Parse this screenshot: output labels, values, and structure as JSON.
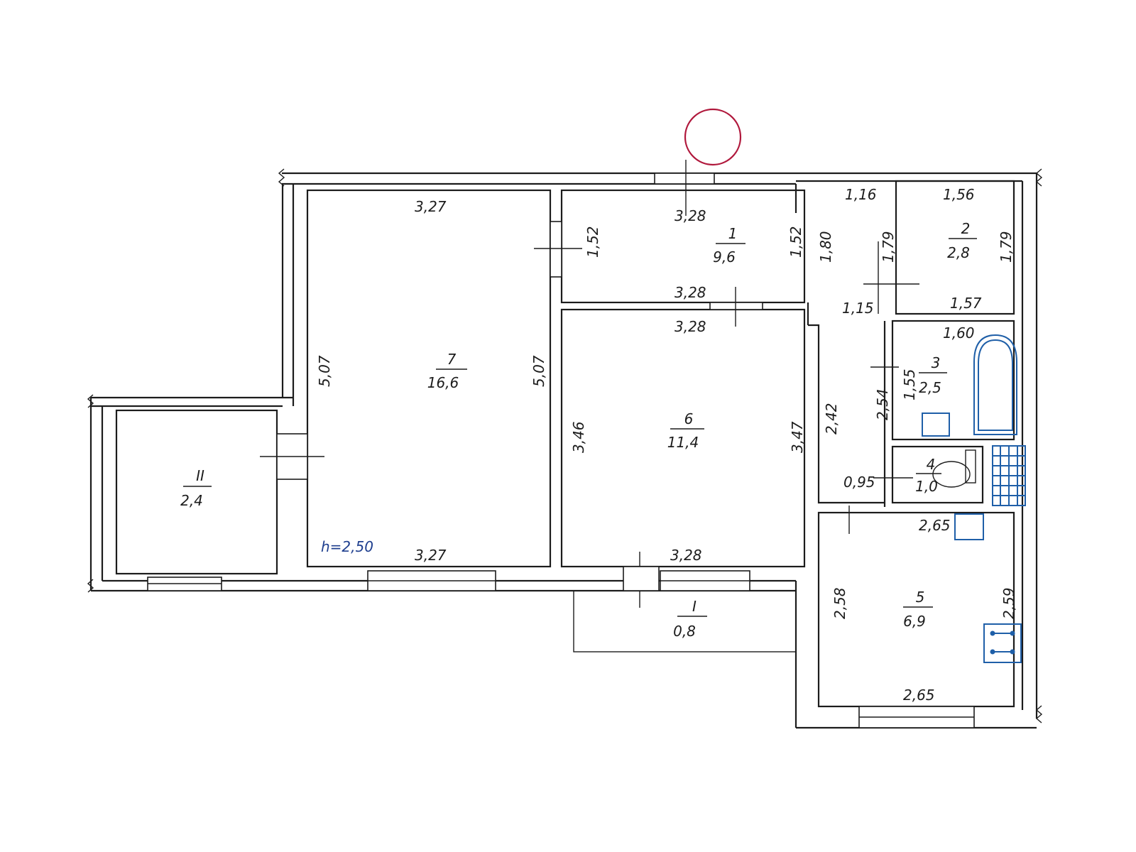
{
  "height_note": "h=2,50",
  "rooms": [
    {
      "id": "r1",
      "number": "1",
      "area": "9,6"
    },
    {
      "id": "r2",
      "number": "2",
      "area": "2,8"
    },
    {
      "id": "r3",
      "number": "3",
      "area": "2,5"
    },
    {
      "id": "r4",
      "number": "4",
      "area": "1,0"
    },
    {
      "id": "r5",
      "number": "5",
      "area": "6,9"
    },
    {
      "id": "r6",
      "number": "6",
      "area": "11,4"
    },
    {
      "id": "r7",
      "number": "7",
      "area": "16,6"
    },
    {
      "id": "rI",
      "number": "I",
      "area": "0,8"
    },
    {
      "id": "rII",
      "number": "II",
      "area": "2,4"
    }
  ],
  "dimensions": {
    "r7_top": "3,27",
    "r7_bottom": "3,27",
    "r7_left": "5,07",
    "r7_right": "5,07",
    "r1_top": "3,28",
    "r1_bottom": "3,28",
    "r1_left": "1,52",
    "r1_right": "1,52",
    "r6_top": "3,28",
    "r6_bottom": "3,28",
    "r6_left": "3,46",
    "r6_right": "3,47",
    "hall_top": "1,16",
    "hall_left": "1,80",
    "hall_right": "1,79",
    "hall_bottom": "1,15",
    "r2_top": "1,56",
    "r2_right": "1,79",
    "r2_bottom": "1,57",
    "corr_left": "2,42",
    "corr_right": "2,54",
    "corr_bottom": "0,95",
    "r3_top": "1,60",
    "r3_left": "1,55",
    "r5_top": "2,65",
    "r5_bottom": "2,65",
    "r5_left": "2,58",
    "r5_right": "2,59"
  },
  "colors": {
    "wall": "#1c1c1c",
    "fixtures": "#1f5fa8",
    "compass": "#b0183c"
  }
}
